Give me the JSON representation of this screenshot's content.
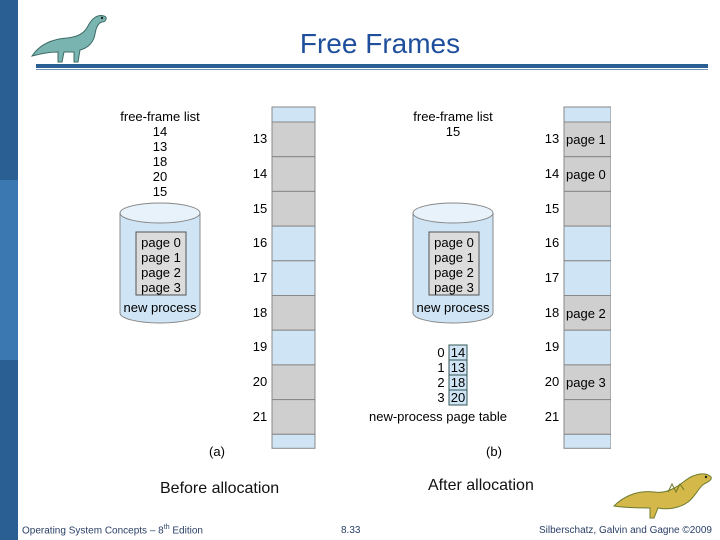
{
  "title": "Free Frames",
  "before": {
    "label": "free-frame list",
    "free_list": [
      "14",
      "13",
      "18",
      "20",
      "15"
    ],
    "disk_pages": [
      "page 0",
      "page 1",
      "page 2",
      "page 3"
    ],
    "disk_caption": "new process",
    "frames": [
      {
        "num": "13",
        "content": "",
        "color": "#cfcfcf"
      },
      {
        "num": "14",
        "content": "",
        "color": "#cfcfcf"
      },
      {
        "num": "15",
        "content": "",
        "color": "#cfcfcf"
      },
      {
        "num": "16",
        "content": "",
        "color": "#cfe4f4"
      },
      {
        "num": "17",
        "content": "",
        "color": "#cfe4f4"
      },
      {
        "num": "18",
        "content": "",
        "color": "#cfcfcf"
      },
      {
        "num": "19",
        "content": "",
        "color": "#cfe4f4"
      },
      {
        "num": "20",
        "content": "",
        "color": "#cfcfcf"
      },
      {
        "num": "21",
        "content": "",
        "color": "#cfcfcf"
      }
    ],
    "sub_label": "(a)",
    "caption": "Before allocation"
  },
  "after": {
    "label": "free-frame list",
    "free_list": [
      "15"
    ],
    "disk_pages": [
      "page 0",
      "page 1",
      "page 2",
      "page 3"
    ],
    "disk_caption": "new process",
    "page_table_idx": [
      "0",
      "1",
      "2",
      "3"
    ],
    "page_table_vals": [
      "14",
      "13",
      "18",
      "20"
    ],
    "page_table_caption": "new-process page table",
    "frames": [
      {
        "num": "13",
        "content": "page 1",
        "color": "#cfcfcf"
      },
      {
        "num": "14",
        "content": "page 0",
        "color": "#cfcfcf"
      },
      {
        "num": "15",
        "content": "",
        "color": "#cfcfcf"
      },
      {
        "num": "16",
        "content": "",
        "color": "#cfe4f4"
      },
      {
        "num": "17",
        "content": "",
        "color": "#cfe4f4"
      },
      {
        "num": "18",
        "content": "page 2",
        "color": "#cfcfcf"
      },
      {
        "num": "19",
        "content": "",
        "color": "#cfe4f4"
      },
      {
        "num": "20",
        "content": "page 3",
        "color": "#cfcfcf"
      },
      {
        "num": "21",
        "content": "",
        "color": "#cfcfcf"
      }
    ],
    "sub_label": "(b)",
    "caption": "After allocation"
  },
  "footer": {
    "left": "Operating System Concepts – 8",
    "left_sup": "th",
    "left_end": " Edition",
    "center": "8.33",
    "right": "Silberschatz, Galvin and Gagne ©2009"
  },
  "colors": {
    "accent": "#2a5f93",
    "title": "#1f4f9c",
    "free_frame": "#cfe4f4",
    "used_frame": "#cfcfcf",
    "disk": "#cfe4f4"
  }
}
